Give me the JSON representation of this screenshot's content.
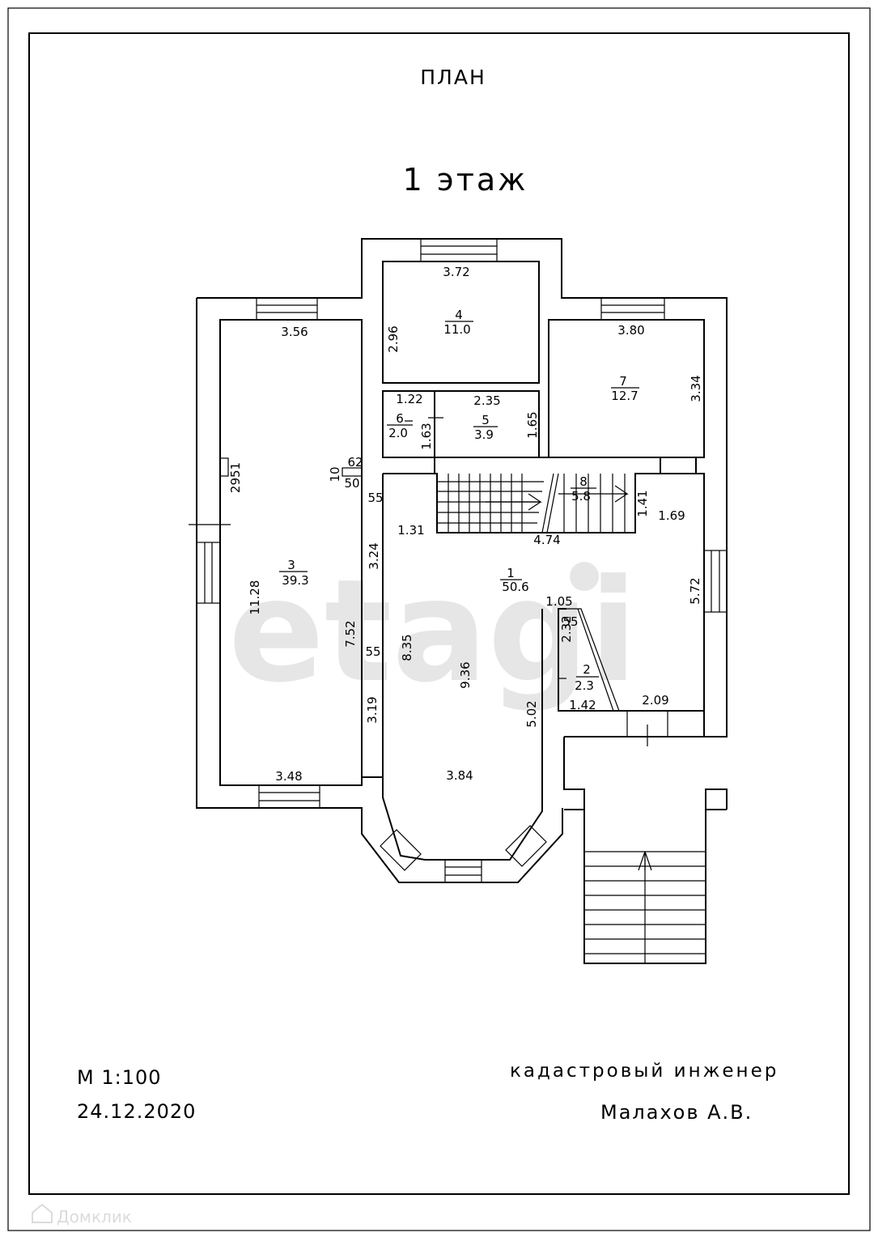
{
  "header": {
    "title": "ПЛАН",
    "floor": "1 этаж"
  },
  "rooms": [
    {
      "number": "1",
      "area": "50.6"
    },
    {
      "number": "2",
      "area": "2.3"
    },
    {
      "number": "3",
      "area": "39.3"
    },
    {
      "number": "4",
      "area": "11.0"
    },
    {
      "number": "5",
      "area": "3.9"
    },
    {
      "number": "6",
      "area": "2.0"
    },
    {
      "number": "7",
      "area": "12.7"
    },
    {
      "number": "8",
      "area": "5.8"
    }
  ],
  "dims": {
    "d_372": "3.72",
    "d_296": "2.96",
    "d_356": "3.56",
    "d_380": "3.80",
    "d_334": "3.34",
    "d_122": "1.22",
    "d_235": "2.35",
    "d_163": "1.63",
    "d_165": "1.65",
    "d_62": "62",
    "d_10": "10",
    "d_50": "50",
    "d_55a": "55",
    "d_2951": "2951",
    "d_131": "1.31",
    "d_474": "4.74",
    "d_141": "1.41",
    "d_169": "1.69",
    "d_572": "5.72",
    "d_324": "3.24",
    "d_1128": "11.28",
    "d_752": "7.52",
    "d_55b": "55",
    "d_835": "8.35",
    "d_936": "9.36",
    "d_105": "1.05",
    "d_55c": "55",
    "d_232": "2.32",
    "d_142": "1.42",
    "d_209": "2.09",
    "d_502": "5.02",
    "d_319": "3.19",
    "d_348": "3.48",
    "d_384": "3.84"
  },
  "footer": {
    "scale": "М 1:100",
    "date": "24.12.2020",
    "role": "кадастровый инженер",
    "name": "Малахов А.В."
  },
  "watermarks": {
    "center": "etagi",
    "corner": "Домклик"
  }
}
